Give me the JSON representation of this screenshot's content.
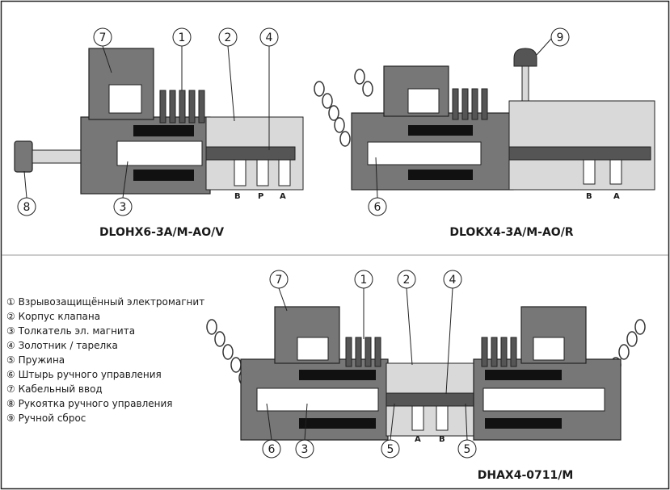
{
  "diagrams": [
    {
      "caption": "DLOHX6-3A/M-AO/V",
      "ports": [
        "B",
        "P",
        "A"
      ],
      "callouts": [
        "7",
        "1",
        "2",
        "4",
        "3",
        "8"
      ]
    },
    {
      "caption": "DLOKX4-3A/M-AO/R",
      "ports": [
        "B",
        "A"
      ],
      "callouts": [
        "9",
        "6"
      ]
    },
    {
      "caption": "DHAX4-0711/M",
      "ports": [
        "A",
        "B"
      ],
      "callouts": [
        "7",
        "1",
        "2",
        "4",
        "6",
        "3",
        "5",
        "5"
      ]
    }
  ],
  "legend": [
    {
      "num": "①",
      "text": "Взрывозащищённый электромагнит"
    },
    {
      "num": "②",
      "text": "Корпус клапана"
    },
    {
      "num": "③",
      "text": "Толкатель эл. магнита"
    },
    {
      "num": "④",
      "text": "Золотник  / тарелка"
    },
    {
      "num": "⑤",
      "text": "Пружина"
    },
    {
      "num": "⑥",
      "text": "Штырь ручного управления"
    },
    {
      "num": "⑦",
      "text": "Кабельный ввод"
    },
    {
      "num": "⑧",
      "text": "Рукоятка ручного управления"
    },
    {
      "num": "⑨",
      "text": "Ручной сброс"
    }
  ]
}
